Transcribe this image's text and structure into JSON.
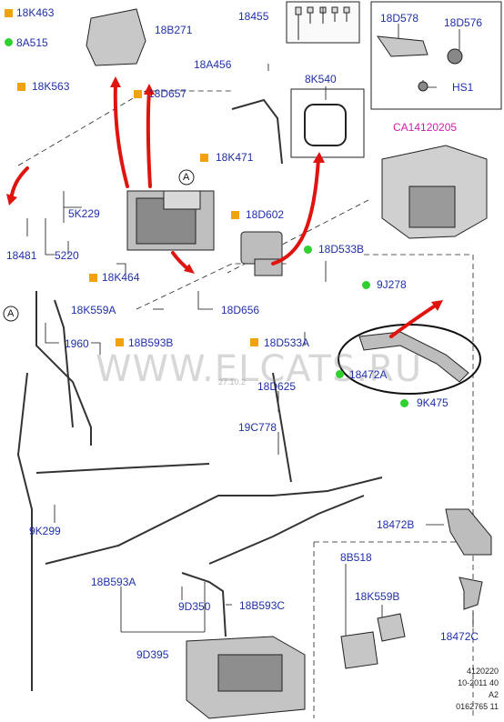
{
  "parts": {
    "p18K463": "18K463",
    "p8A515": "8A515",
    "p18B271": "18B271",
    "p18455": "18455",
    "p18D578": "18D578",
    "p18D576": "18D576",
    "pHS1": "HS1",
    "p18A456": "18A456",
    "p8K540": "8K540",
    "p18K563": "18K563",
    "p18D657": "18D657",
    "pCA": "CA14120205",
    "p18K471": "18K471",
    "pA1": "A",
    "p5K229": "5K229",
    "p18D602": "18D602",
    "p18481": "18481",
    "p5220": "5220",
    "p18D533B": "18D533B",
    "p18K464": "18K464",
    "p9J278": "9J278",
    "p18K559A": "18K559A",
    "p18D656": "18D656",
    "pA2": "A",
    "p1960": "1960",
    "p18B593B": "18B593B",
    "p18D533A": "18D533A",
    "p18472A": "18472A",
    "p18D625": "18D625",
    "p9K475": "9K475",
    "p19C778": "19C778",
    "p9K299": "9K299",
    "p18472B": "18472B",
    "p18B593A": "18B593A",
    "p8B518": "8B518",
    "p9D350": "9D350",
    "p18B593C": "18B593C",
    "p18K559B": "18K559B",
    "p18472C": "18472C",
    "p9D395": "9D395"
  },
  "watermark": {
    "text": "WWW.ELCATS.RU",
    "date": "27.10.2"
  },
  "footer": {
    "line1": "4120220",
    "line2": "10-2011 40",
    "line3": "A2",
    "line4": "0162765 11"
  },
  "colors": {
    "label": "#1f2fa8",
    "highlight_label": "#d21ca6",
    "arrow": "#e0140f",
    "square_marker": "#f2a20f",
    "dot_marker": "#2fd02f",
    "line": "#111111"
  }
}
